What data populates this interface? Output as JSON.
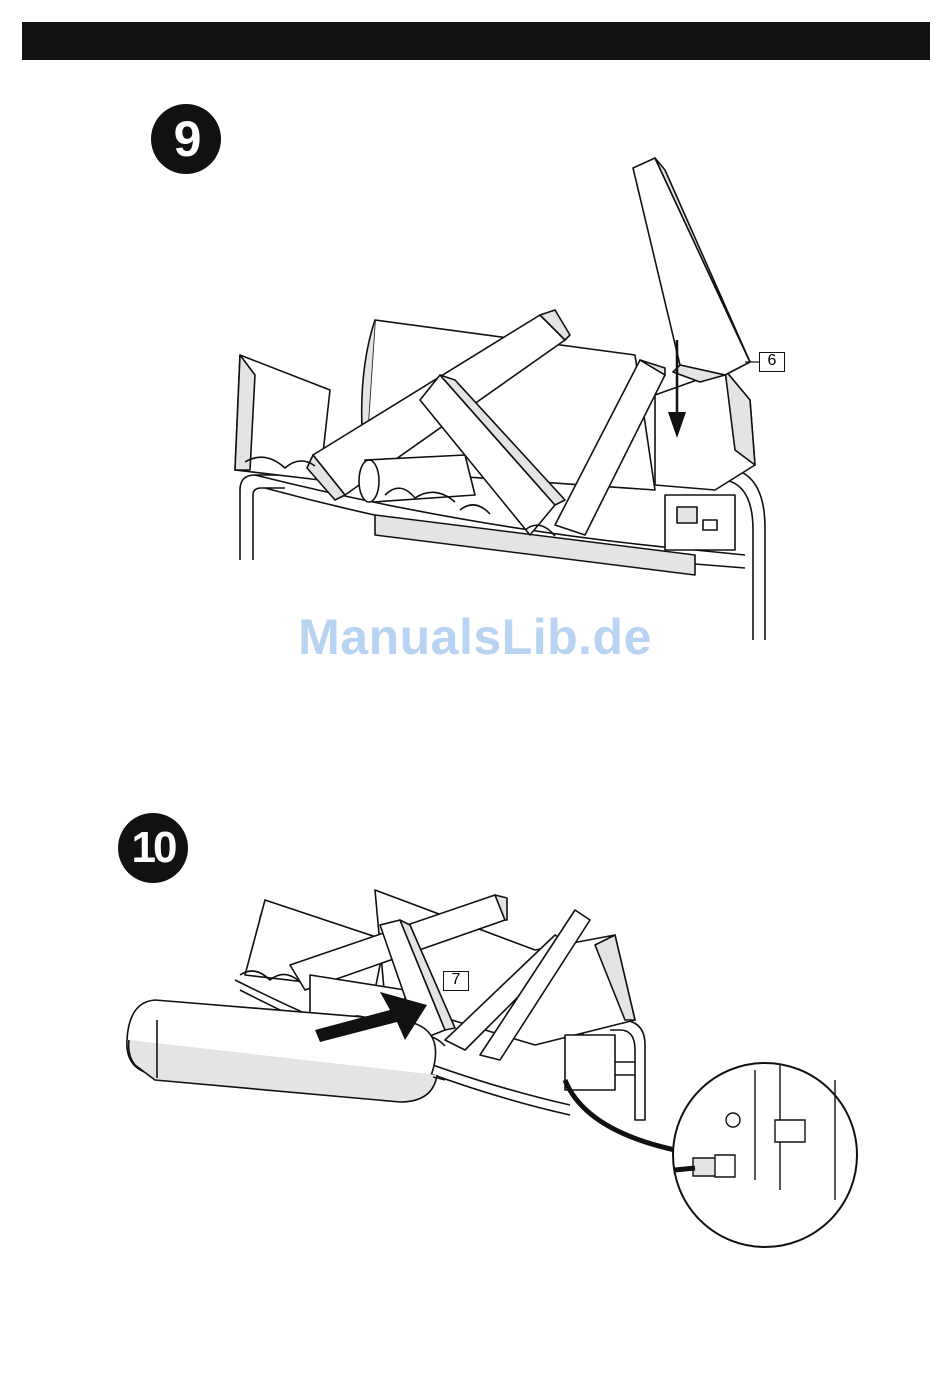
{
  "steps": [
    {
      "number": "9",
      "callout": "6"
    },
    {
      "number": "10",
      "callout": "7"
    }
  ],
  "watermark": "ManualsLib.de",
  "colors": {
    "ink": "#111111",
    "fill": "#ffffff",
    "shade": "#e4e4e4",
    "watermark": "#b8d4f2"
  }
}
